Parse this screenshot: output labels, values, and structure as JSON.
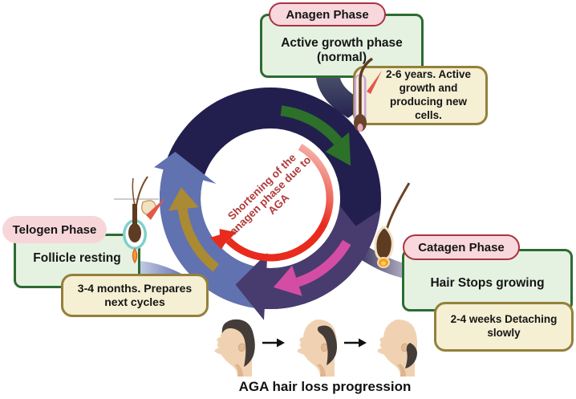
{
  "phases": {
    "anagen": {
      "label": "Anagen Phase",
      "desc": "Active growth phase (normal)",
      "note": "2-6 years. Active growth and producing new cells."
    },
    "catagen": {
      "label": "Catagen Phase",
      "desc": "Hair Stops growing",
      "note": "2-4 weeks Detaching slowly"
    },
    "telogen": {
      "label": "Telogen Phase",
      "desc": "Follicle resting",
      "note": "3-4 months. Prepares next cycles"
    }
  },
  "center": {
    "note": "Shortening of the anagen phase due to AGA"
  },
  "footer": {
    "caption": "AGA hair loss progression"
  },
  "icons": {
    "anagen_follicle": "anagen-follicle-icon",
    "catagen_follicle": "catagen-follicle-icon",
    "telogen_follicle": "telogen-follicle-icon",
    "head_stages": [
      "full-hair-head",
      "receding-hairline-head",
      "bald-crown-head"
    ],
    "cycle_arrows": [
      "green-anagen-arrow",
      "pink-catagen-arrow",
      "gold-telogen-arrow",
      "red-shortening-arrow"
    ]
  },
  "colors": {
    "ring_navy": "#221f4e",
    "ring_blue_segment": "#6172b0",
    "ring_purple_segment": "#473c6d",
    "arrow_green": "#2c7029",
    "arrow_pink": "#d44da5",
    "arrow_gold": "#aa8a33",
    "arrow_red": "#e82b1c",
    "center_text_red": "#b13b3b",
    "phase_pill_bg": "#f8d8dc",
    "phase_pill_border": "#a93442",
    "green_box_bg": "#e5f2e2",
    "green_box_border": "#2d6b33",
    "note_box_bg": "#f5efd3",
    "note_box_border": "#94803a"
  }
}
